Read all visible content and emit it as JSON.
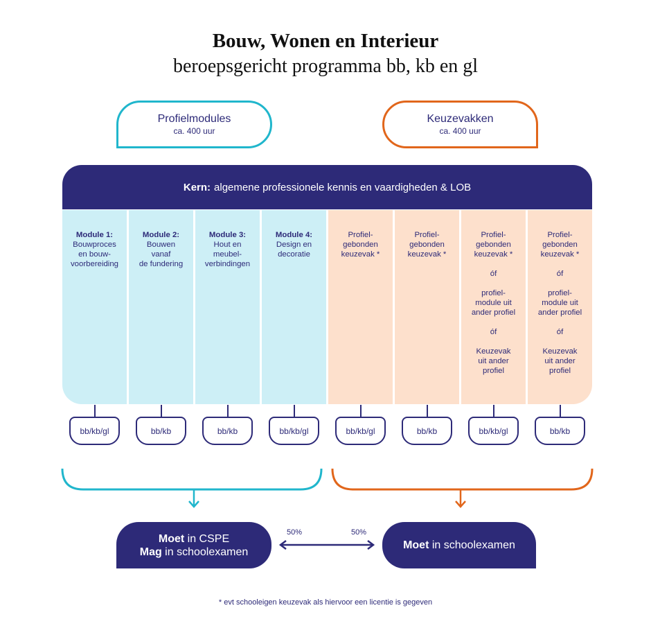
{
  "title": "Bouw, Wonen en Interieur",
  "subtitle": "beroepsgericht programma bb, kb en gl",
  "tabs": {
    "left": {
      "name": "Profielmodules",
      "hours": "ca. 400 uur"
    },
    "right": {
      "name": "Keuzevakken",
      "hours": "ca. 400 uur"
    }
  },
  "kern": {
    "label": "Kern:",
    "text": "algemene professionele kennis en vaardigheden & LOB"
  },
  "columns": [
    {
      "head": "Module 1:",
      "lines": [
        "Bouwproces",
        "en bouw-",
        "voorbereiding"
      ],
      "tag": "bb/kb/gl"
    },
    {
      "head": "Module 2:",
      "lines": [
        "Bouwen",
        "vanaf",
        "de fundering"
      ],
      "tag": "bb/kb"
    },
    {
      "head": "Module 3:",
      "lines": [
        "Hout en",
        "meubel-",
        "verbindingen"
      ],
      "tag": "bb/kb"
    },
    {
      "head": "Module 4:",
      "lines": [
        "Design en",
        "decoratie"
      ],
      "tag": "bb/kb/gl"
    },
    {
      "lines": [
        "Profiel-",
        "gebonden",
        "keuzevak *"
      ],
      "tag": "bb/kb/gl"
    },
    {
      "lines": [
        "Profiel-",
        "gebonden",
        "keuzevak *"
      ],
      "tag": "bb/kb"
    },
    {
      "lines": [
        "Profiel-",
        "gebonden",
        "keuzevak *",
        "",
        "óf",
        "",
        "profiel-",
        "module uit",
        "ander profiel",
        "",
        "óf",
        "",
        "Keuzevak",
        "uit ander",
        "profiel"
      ],
      "tag": "bb/kb/gl"
    },
    {
      "lines": [
        "Profiel-",
        "gebonden",
        "keuzevak *",
        "",
        "óf",
        "",
        "profiel-",
        "module uit",
        "ander profiel",
        "",
        "óf",
        "",
        "Keuzevak",
        "uit ander",
        "profiel"
      ],
      "tag": "bb/kb"
    }
  ],
  "outcomes": {
    "left": {
      "line1_bold": "Moet",
      "line1_rest": " in CSPE",
      "line2_bold": "Mag",
      "line2_rest": " in schoolexamen"
    },
    "right": {
      "bold": "Moet",
      "rest": " in schoolexamen"
    },
    "pct_left": "50%",
    "pct_right": "50%"
  },
  "footnote": "* evt schooleigen keuzevak als hiervoor een licentie is gegeven",
  "colors": {
    "navy": "#2d2a78",
    "cyan": "#20b6cc",
    "orange": "#e1661b",
    "light_blue": "#cdeff6",
    "peach": "#fde0cc"
  }
}
